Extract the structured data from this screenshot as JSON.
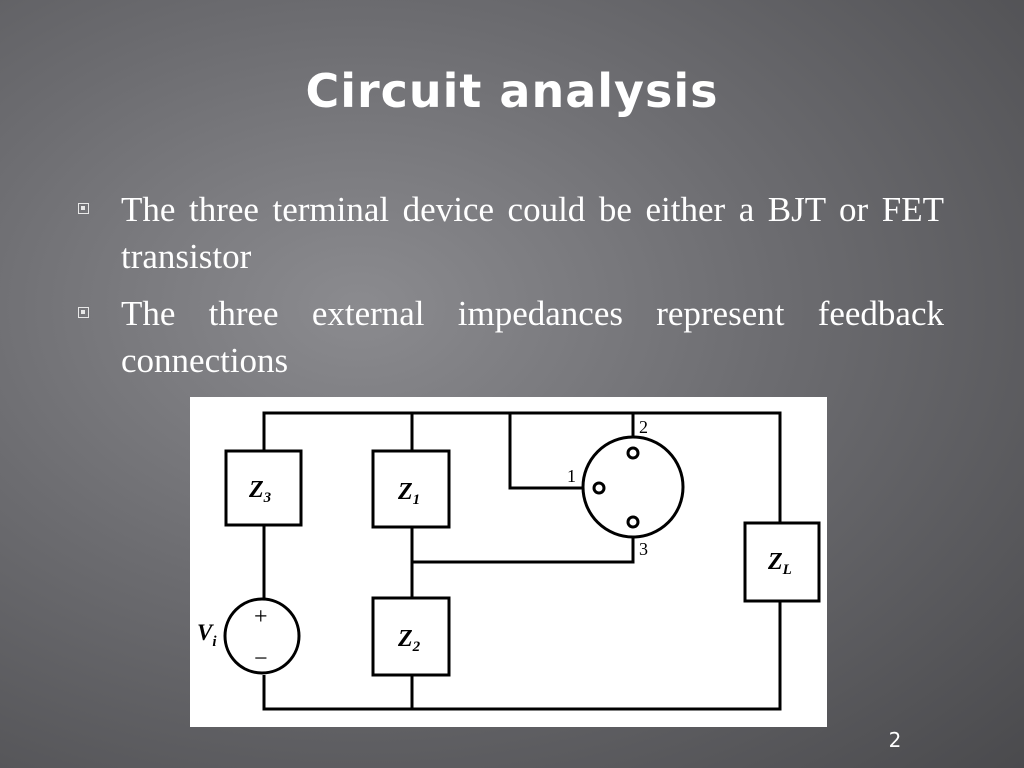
{
  "slide": {
    "title": "Circuit analysis",
    "bullets": [
      {
        "text": "The three terminal device could be either a BJT or FET transistor",
        "icon": "square-bullet-icon"
      },
      {
        "text": "The three external impedances represent feedback connections",
        "icon": "square-bullet-icon"
      }
    ],
    "page_number": "2"
  },
  "diagram": {
    "components": {
      "z3": {
        "main": "Z",
        "sub": "3"
      },
      "z1": {
        "main": "Z",
        "sub": "1"
      },
      "z2": {
        "main": "Z",
        "sub": "2"
      },
      "zl": {
        "main": "Z",
        "sub": "L"
      },
      "vi": {
        "main": "V",
        "sub": "i"
      }
    },
    "source_plus": "+",
    "source_minus": "−",
    "terminals": {
      "t1": "1",
      "t2": "2",
      "t3": "3"
    }
  },
  "colors": {
    "text": "#ffffff",
    "diagram_ink": "#000000",
    "diagram_bg": "#ffffff"
  }
}
